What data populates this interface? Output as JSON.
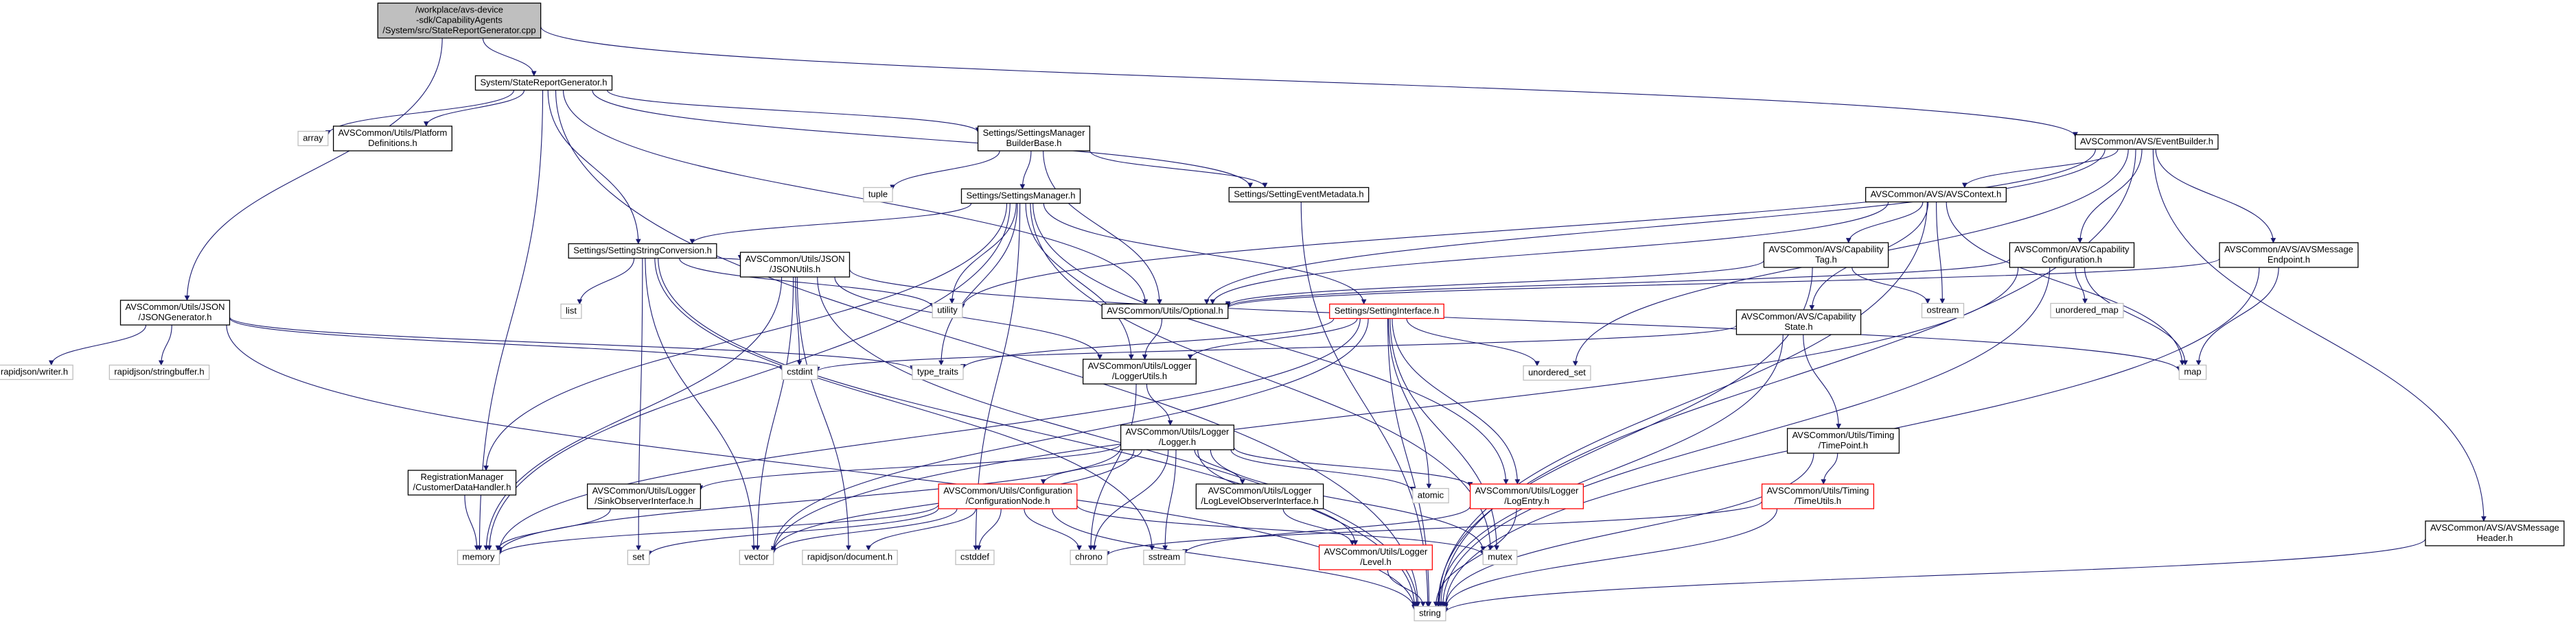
{
  "colors": {
    "edge": "#191970",
    "root_fill": "#bfbfbf",
    "node_border": "#000000",
    "missing_border": "#bfbfbf",
    "truncated_border": "#ff0000"
  },
  "nodes": [
    {
      "id": "root",
      "lines": [
        "/workplace/avs-device",
        "-sdk/CapabilityAgents",
        "/System/src/StateReportGenerator.cpp"
      ],
      "kind": "root"
    },
    {
      "id": "srg",
      "lines": [
        "System/StateReportGenerator.h"
      ],
      "kind": "normal"
    },
    {
      "id": "jsongen",
      "lines": [
        "AVSCommon/Utils/JSON",
        "/JSONGenerator.h"
      ],
      "kind": "normal"
    },
    {
      "id": "eventbuilder",
      "lines": [
        "AVSCommon/AVS/EventBuilder.h"
      ],
      "kind": "normal"
    },
    {
      "id": "array",
      "lines": [
        "array"
      ],
      "kind": "missing"
    },
    {
      "id": "platform",
      "lines": [
        "AVSCommon/Utils/Platform",
        "Definitions.h"
      ],
      "kind": "normal"
    },
    {
      "id": "smbb",
      "lines": [
        "Settings/SettingsManager",
        "BuilderBase.h"
      ],
      "kind": "normal"
    },
    {
      "id": "tuple",
      "lines": [
        "tuple"
      ],
      "kind": "missing"
    },
    {
      "id": "sm",
      "lines": [
        "Settings/SettingsManager.h"
      ],
      "kind": "normal"
    },
    {
      "id": "sem",
      "lines": [
        "Settings/SettingEventMetadata.h"
      ],
      "kind": "normal"
    },
    {
      "id": "ssc",
      "lines": [
        "Settings/SettingStringConversion.h"
      ],
      "kind": "normal"
    },
    {
      "id": "list",
      "lines": [
        "list"
      ],
      "kind": "missing"
    },
    {
      "id": "utility",
      "lines": [
        "utility"
      ],
      "kind": "missing"
    },
    {
      "id": "jsonutils",
      "lines": [
        "AVSCommon/Utils/JSON",
        "/JSONUtils.h"
      ],
      "kind": "normal"
    },
    {
      "id": "optional",
      "lines": [
        "AVSCommon/Utils/Optional.h"
      ],
      "kind": "normal"
    },
    {
      "id": "si",
      "lines": [
        "Settings/SettingInterface.h"
      ],
      "kind": "truncated"
    },
    {
      "id": "avscontext",
      "lines": [
        "AVSCommon/AVS/AVSContext.h"
      ],
      "kind": "normal"
    },
    {
      "id": "captag",
      "lines": [
        "AVSCommon/AVS/Capability",
        "Tag.h"
      ],
      "kind": "normal"
    },
    {
      "id": "capconf",
      "lines": [
        "AVSCommon/AVS/Capability",
        "Configuration.h"
      ],
      "kind": "normal"
    },
    {
      "id": "msgendpoint",
      "lines": [
        "AVSCommon/AVS/AVSMessage",
        "Endpoint.h"
      ],
      "kind": "normal"
    },
    {
      "id": "ostream",
      "lines": [
        "ostream"
      ],
      "kind": "missing"
    },
    {
      "id": "umap",
      "lines": [
        "unordered_map"
      ],
      "kind": "missing"
    },
    {
      "id": "capstate",
      "lines": [
        "AVSCommon/AVS/Capability",
        "State.h"
      ],
      "kind": "normal"
    },
    {
      "id": "map",
      "lines": [
        "map"
      ],
      "kind": "missing"
    },
    {
      "id": "rjwriter",
      "lines": [
        "rapidjson/writer.h"
      ],
      "kind": "missing"
    },
    {
      "id": "rjsb",
      "lines": [
        "rapidjson/stringbuffer.h"
      ],
      "kind": "missing"
    },
    {
      "id": "cstdint",
      "lines": [
        "cstdint"
      ],
      "kind": "missing"
    },
    {
      "id": "typetraits",
      "lines": [
        "type_traits"
      ],
      "kind": "missing"
    },
    {
      "id": "loggerutils",
      "lines": [
        "AVSCommon/Utils/Logger",
        "/LoggerUtils.h"
      ],
      "kind": "normal"
    },
    {
      "id": "uset",
      "lines": [
        "unordered_set"
      ],
      "kind": "missing"
    },
    {
      "id": "timepoint",
      "lines": [
        "AVSCommon/Utils/Timing",
        "/TimePoint.h"
      ],
      "kind": "normal"
    },
    {
      "id": "msgheader",
      "lines": [
        "AVSCommon/AVS/AVSMessage",
        "Header.h"
      ],
      "kind": "normal"
    },
    {
      "id": "regmgr",
      "lines": [
        "RegistrationManager",
        "/CustomerDataHandler.h"
      ],
      "kind": "normal"
    },
    {
      "id": "logger",
      "lines": [
        "AVSCommon/Utils/Logger",
        "/Logger.h"
      ],
      "kind": "normal"
    },
    {
      "id": "sinkobs",
      "lines": [
        "AVSCommon/Utils/Logger",
        "/SinkObserverInterface.h"
      ],
      "kind": "normal"
    },
    {
      "id": "confnode",
      "lines": [
        "AVSCommon/Utils/Configuration",
        "/ConfigurationNode.h"
      ],
      "kind": "truncated"
    },
    {
      "id": "loglevelobs",
      "lines": [
        "AVSCommon/Utils/Logger",
        "/LogLevelObserverInterface.h"
      ],
      "kind": "normal"
    },
    {
      "id": "atomic",
      "lines": [
        "atomic"
      ],
      "kind": "missing"
    },
    {
      "id": "logentry",
      "lines": [
        "AVSCommon/Utils/Logger",
        "/LogEntry.h"
      ],
      "kind": "truncated"
    },
    {
      "id": "timeutils",
      "lines": [
        "AVSCommon/Utils/Timing",
        "/TimeUtils.h"
      ],
      "kind": "truncated"
    },
    {
      "id": "memory",
      "lines": [
        "memory"
      ],
      "kind": "missing"
    },
    {
      "id": "set",
      "lines": [
        "set"
      ],
      "kind": "missing"
    },
    {
      "id": "vector",
      "lines": [
        "vector"
      ],
      "kind": "missing"
    },
    {
      "id": "rjdoc",
      "lines": [
        "rapidjson/document.h"
      ],
      "kind": "missing"
    },
    {
      "id": "cstddef",
      "lines": [
        "cstddef"
      ],
      "kind": "missing"
    },
    {
      "id": "chrono",
      "lines": [
        "chrono"
      ],
      "kind": "missing"
    },
    {
      "id": "sstream",
      "lines": [
        "sstream"
      ],
      "kind": "missing"
    },
    {
      "id": "level",
      "lines": [
        "AVSCommon/Utils/Logger",
        "/Level.h"
      ],
      "kind": "truncated"
    },
    {
      "id": "mutex",
      "lines": [
        "mutex"
      ],
      "kind": "missing"
    },
    {
      "id": "string",
      "lines": [
        "string"
      ],
      "kind": "missing"
    }
  ],
  "edges": [
    [
      "root",
      "srg"
    ],
    [
      "root",
      "jsongen"
    ],
    [
      "root",
      "eventbuilder"
    ],
    [
      "srg",
      "array"
    ],
    [
      "srg",
      "platform"
    ],
    [
      "srg",
      "smbb"
    ],
    [
      "srg",
      "ssc"
    ],
    [
      "srg",
      "optional"
    ],
    [
      "srg",
      "sem"
    ],
    [
      "srg",
      "memory"
    ],
    [
      "srg",
      "string"
    ],
    [
      "jsongen",
      "rjwriter"
    ],
    [
      "jsongen",
      "rjsb"
    ],
    [
      "jsongen",
      "cstdint"
    ],
    [
      "jsongen",
      "typetraits"
    ],
    [
      "jsongen",
      "string"
    ],
    [
      "eventbuilder",
      "avscontext"
    ],
    [
      "eventbuilder",
      "capconf"
    ],
    [
      "eventbuilder",
      "msgendpoint"
    ],
    [
      "eventbuilder",
      "msgheader"
    ],
    [
      "eventbuilder",
      "optional"
    ],
    [
      "eventbuilder",
      "utility"
    ],
    [
      "eventbuilder",
      "uset"
    ],
    [
      "eventbuilder",
      "string"
    ],
    [
      "smbb",
      "tuple"
    ],
    [
      "smbb",
      "sm"
    ],
    [
      "smbb",
      "sem"
    ],
    [
      "smbb",
      "optional"
    ],
    [
      "sm",
      "ssc"
    ],
    [
      "sm",
      "si"
    ],
    [
      "sm",
      "regmgr"
    ],
    [
      "sm",
      "utility"
    ],
    [
      "sm",
      "typetraits"
    ],
    [
      "sm",
      "loggerutils"
    ],
    [
      "sm",
      "cstddef"
    ],
    [
      "sm",
      "logentry"
    ],
    [
      "sm",
      "memory"
    ],
    [
      "sm",
      "mutex"
    ],
    [
      "sem",
      "string"
    ],
    [
      "ssc",
      "list"
    ],
    [
      "ssc",
      "utility"
    ],
    [
      "ssc",
      "jsonutils"
    ],
    [
      "ssc",
      "set"
    ],
    [
      "ssc",
      "vector"
    ],
    [
      "ssc",
      "sstream"
    ],
    [
      "ssc",
      "string"
    ],
    [
      "jsonutils",
      "cstdint"
    ],
    [
      "jsonutils",
      "loggerutils"
    ],
    [
      "jsonutils",
      "map"
    ],
    [
      "jsonutils",
      "rjdoc"
    ],
    [
      "jsonutils",
      "vector"
    ],
    [
      "jsonutils",
      "memory"
    ],
    [
      "jsonutils",
      "string"
    ],
    [
      "optional",
      "loggerutils"
    ],
    [
      "si",
      "loggerutils"
    ],
    [
      "si",
      "typetraits"
    ],
    [
      "si",
      "uset"
    ],
    [
      "si",
      "atomic"
    ],
    [
      "si",
      "logentry"
    ],
    [
      "si",
      "mutex"
    ],
    [
      "si",
      "string"
    ],
    [
      "si",
      "memory"
    ],
    [
      "si",
      "vector"
    ],
    [
      "avscontext",
      "captag"
    ],
    [
      "avscontext",
      "capstate"
    ],
    [
      "avscontext",
      "ostream"
    ],
    [
      "avscontext",
      "optional"
    ],
    [
      "avscontext",
      "map"
    ],
    [
      "avscontext",
      "string"
    ],
    [
      "captag",
      "optional"
    ],
    [
      "captag",
      "ostream"
    ],
    [
      "captag",
      "string"
    ],
    [
      "capconf",
      "optional"
    ],
    [
      "capconf",
      "umap"
    ],
    [
      "capconf",
      "map"
    ],
    [
      "capconf",
      "string"
    ],
    [
      "capconf",
      "vector"
    ],
    [
      "msgendpoint",
      "optional"
    ],
    [
      "msgendpoint",
      "map"
    ],
    [
      "msgendpoint",
      "string"
    ],
    [
      "capstate",
      "timepoint"
    ],
    [
      "capstate",
      "string"
    ],
    [
      "capstate",
      "cstdint"
    ],
    [
      "timepoint",
      "timeutils"
    ],
    [
      "timepoint",
      "string"
    ],
    [
      "timeutils",
      "chrono"
    ],
    [
      "timeutils",
      "string"
    ],
    [
      "msgheader",
      "string"
    ],
    [
      "loggerutils",
      "logger"
    ],
    [
      "loggerutils",
      "chrono"
    ],
    [
      "logger",
      "sinkobs"
    ],
    [
      "logger",
      "confnode"
    ],
    [
      "logger",
      "loglevelobs"
    ],
    [
      "logger",
      "atomic"
    ],
    [
      "logger",
      "logentry"
    ],
    [
      "logger",
      "level"
    ],
    [
      "logger",
      "chrono"
    ],
    [
      "logger",
      "sstream"
    ],
    [
      "logger",
      "mutex"
    ],
    [
      "logger",
      "vector"
    ],
    [
      "logger",
      "memory"
    ],
    [
      "regmgr",
      "memory"
    ],
    [
      "sinkobs",
      "memory"
    ],
    [
      "confnode",
      "memory"
    ],
    [
      "confnode",
      "set"
    ],
    [
      "confnode",
      "vector"
    ],
    [
      "confnode",
      "rjdoc"
    ],
    [
      "confnode",
      "cstddef"
    ],
    [
      "confnode",
      "chrono"
    ],
    [
      "confnode",
      "mutex"
    ],
    [
      "confnode",
      "string"
    ],
    [
      "loglevelobs",
      "level"
    ],
    [
      "logentry",
      "sstream"
    ],
    [
      "logentry",
      "string"
    ],
    [
      "level",
      "string"
    ]
  ]
}
